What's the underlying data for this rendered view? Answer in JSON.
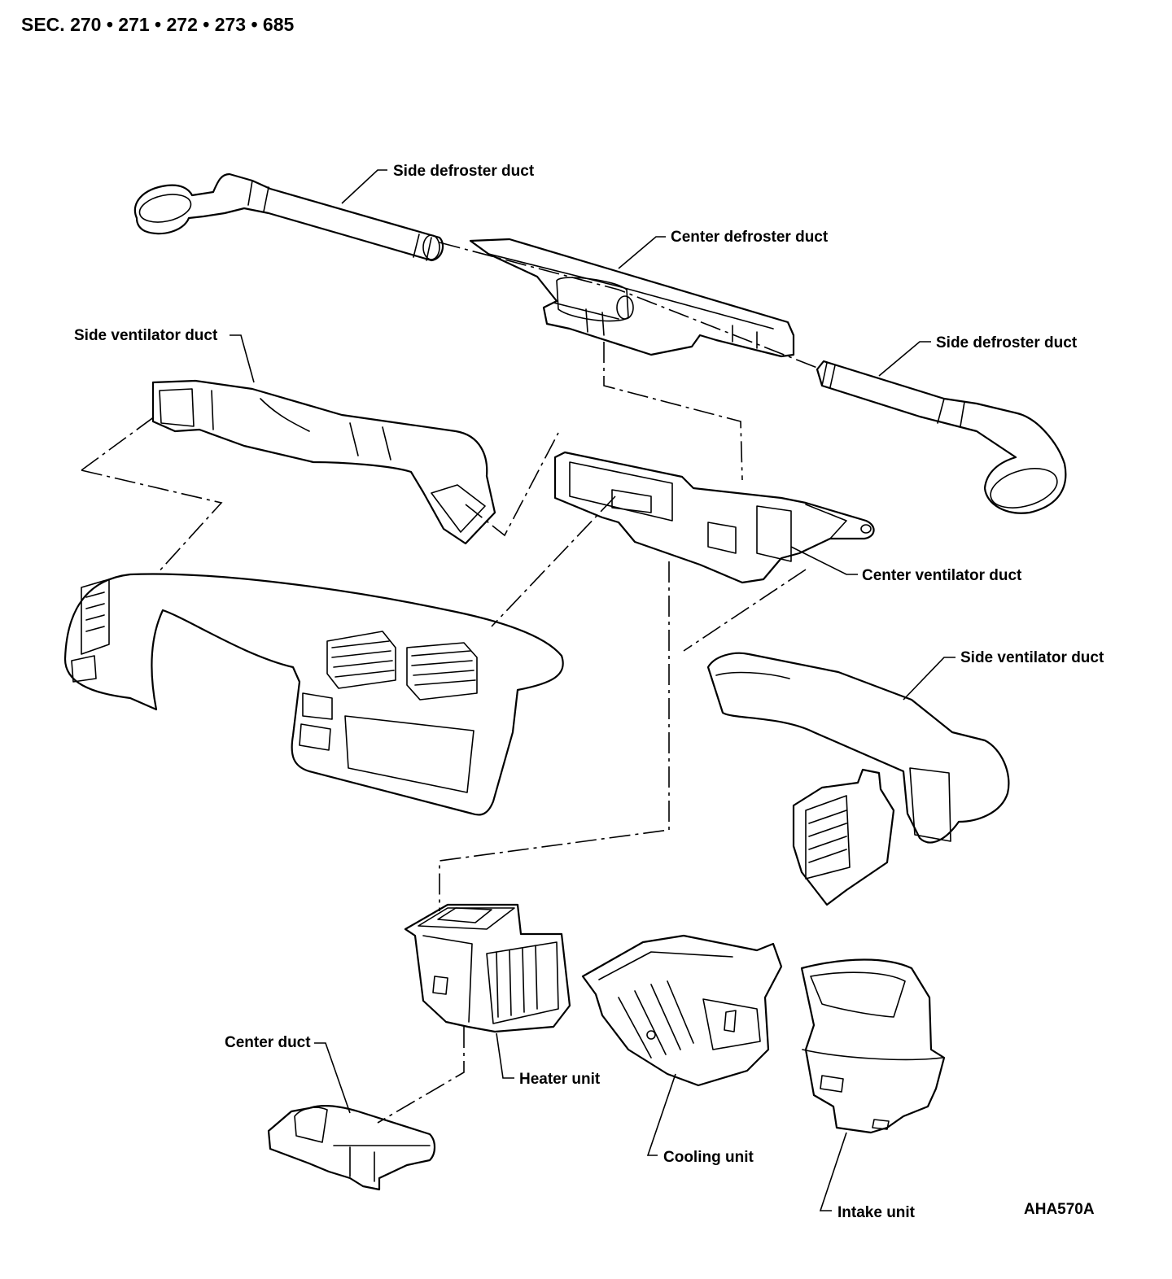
{
  "header": {
    "section": "SEC. 270 • 271 • 272 • 273 • 685"
  },
  "labels": {
    "side_defroster_duct_left": "Side defroster duct",
    "center_defroster_duct": "Center defroster duct",
    "side_defroster_duct_right": "Side defroster duct",
    "side_ventilator_duct_left": "Side ventilator duct",
    "center_ventilator_duct": "Center ventilator duct",
    "side_ventilator_duct_right": "Side ventilator duct",
    "center_duct": "Center duct",
    "heater_unit": "Heater unit",
    "cooling_unit": "Cooling unit",
    "intake_unit": "Intake unit"
  },
  "figure_code": "AHA570A"
}
